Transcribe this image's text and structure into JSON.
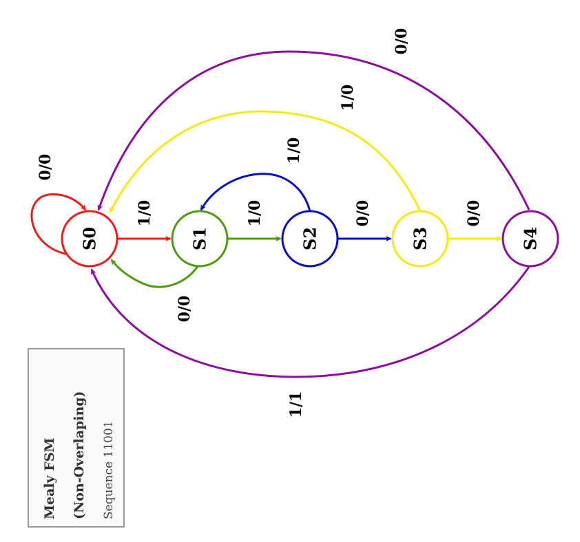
{
  "colors": {
    "s0": "#ee1c1c",
    "s1": "#4f9a12",
    "s2": "#0c0cc0",
    "s3": "#f5ea12",
    "s4": "#8d0d9d",
    "label_box_border": "#7a7a7a"
  },
  "states": {
    "s0": "S0",
    "s1": "S1",
    "s2": "S2",
    "s3": "S3",
    "s4": "S4"
  },
  "transitions": {
    "s0_self": "0/0",
    "s0_s1": "1/0",
    "s1_s0": "0/0",
    "s1_s2": "1/0",
    "s2_s1": "1/0",
    "s2_s3": "0/0",
    "s3_s0": "1/0",
    "s3_s4": "0/0",
    "s4_s0_top": "0/0",
    "s4_s0_bottom": "1/1"
  },
  "info": {
    "title_line1": "Mealy FSM",
    "title_line2": "(Non-Overlaping)",
    "subtitle": "Sequence 11001"
  }
}
